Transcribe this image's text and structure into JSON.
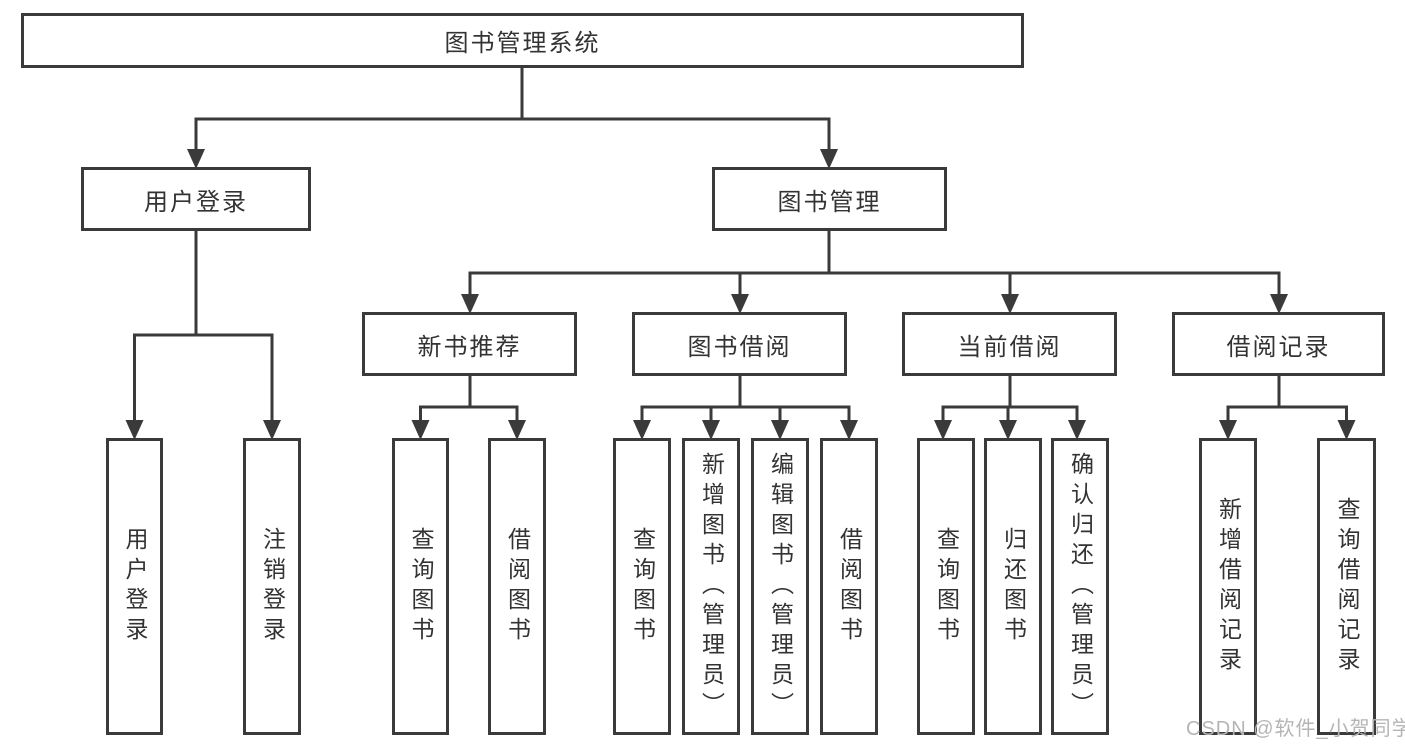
{
  "diagram": {
    "root": {
      "label": "图书管理系统"
    },
    "branches": [
      {
        "label": "用户登录",
        "leaves": [
          "用户登录",
          "注销登录"
        ]
      },
      {
        "label": "图书管理",
        "sections": [
          {
            "label": "新书推荐",
            "leaves": [
              "查询图书",
              "借阅图书"
            ]
          },
          {
            "label": "图书借阅",
            "leaves": [
              "查询图书",
              "新增图书（管理员）",
              "编辑图书（管理员）",
              "借阅图书"
            ]
          },
          {
            "label": "当前借阅",
            "leaves": [
              "查询图书",
              "归还图书",
              "确认归还（管理员）"
            ]
          },
          {
            "label": "借阅记录",
            "leaves": [
              "新增借阅记录",
              "查询借阅记录"
            ]
          }
        ]
      }
    ]
  },
  "watermark": {
    "text": "CSDN @软件_小贺同学"
  },
  "colors": {
    "line": "#3a3a3a",
    "text": "#333333",
    "watermark": "#b5b5b5",
    "background": "#ffffff"
  }
}
